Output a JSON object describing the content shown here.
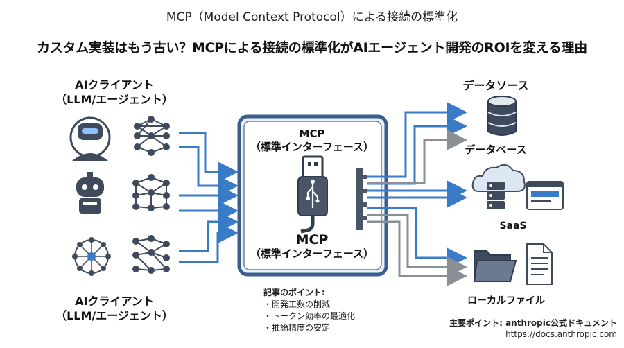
{
  "header": {
    "title": "MCP（Model Context Protocol）による接続の標準化",
    "headline": "カスタム実装はもう古い？MCPによる接続の標準化がAIエージェント開発のROIを変える理由"
  },
  "clients": {
    "top_label_line1": "AIクライアント",
    "top_label_line2": "（LLM/エージェント）",
    "bottom_label_line1": "AIクライアント",
    "bottom_label_line2": "（LLM/エージェント）"
  },
  "hub": {
    "title_line1": "MCP",
    "title_line2": "（標準インターフェース）",
    "bottom_line1": "MCP",
    "bottom_line2": "（標準インターフェース）"
  },
  "sources": {
    "title": "データソース",
    "database": "データベース",
    "saas": "SaaS",
    "local": "ローカルファイル"
  },
  "points": {
    "heading": "記事のポイント:",
    "items": [
      "・開発工数の削減",
      "・トークン効率の最適化",
      "・推論精度の安定"
    ]
  },
  "source_note": {
    "label": "主要ポイント: anthropic公式ドキュメント",
    "url": "https://docs.anthropic.com"
  },
  "colors": {
    "arrow_blue": "#3a7bc8",
    "arrow_gray": "#8a8f96",
    "icon_dark": "#3f4a5c",
    "icon_light": "#dde6f3"
  }
}
